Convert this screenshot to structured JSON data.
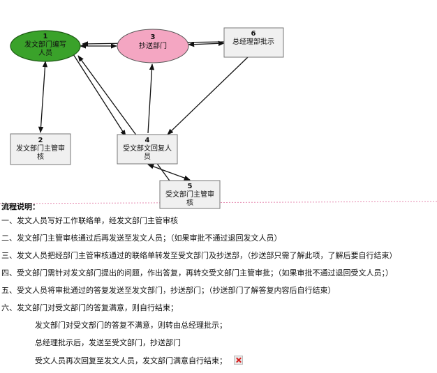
{
  "diagram": {
    "nodes": {
      "n1": {
        "num": "1",
        "line1": "发文部门编写",
        "line2": "人员"
      },
      "n2": {
        "num": "2",
        "line1": "发文部门主管审",
        "line2": "核"
      },
      "n3": {
        "num": "3",
        "line1": "抄送部门"
      },
      "n4": {
        "num": "4",
        "line1": "受文部文回复人",
        "line2": "员"
      },
      "n5": {
        "num": "5",
        "line1": "受文部门主管审",
        "line2": "核"
      },
      "n6": {
        "num": "6",
        "line1": "总经理部批示"
      }
    },
    "colors": {
      "ellipse1": "#3aa22a",
      "ellipse3": "#f4a6c2",
      "box": "#f0f0f0",
      "divider": "#e58bb0"
    }
  },
  "notes": {
    "title": "流程说明：",
    "steps": [
      "一、发文人员写好工作联络单，经发文部门主管审核",
      "二、发文部门主管审核通过后再发送至发文人员；（如果审批不通过退回发文人员）",
      "三、发文人员把经部门主管审核通过的联络单转发至受文部门及抄送部，（抄送部只需了解此项，了解后要自行结束）",
      "四、受文部门需针对发文部门提出的问题，作出答复，再转交受文部门主管审批；（如果审批不通过退回受文人员；）",
      "五、受文人员将审批通过的答复发送至发文部门，抄送部门；（抄送部门了解答复内容后自行结束）",
      "六、发文部门对受文部门的答复满意，则自行结束；"
    ],
    "sub": [
      "发文部门对受文部门的答复不满意，则转由总经理批示；",
      "总经理批示后，发送至受文部门，抄送部门",
      "受文人员再次回复至发文人员，发文部门满意自行结束；"
    ],
    "broken_image_icon": "broken-image-icon"
  }
}
